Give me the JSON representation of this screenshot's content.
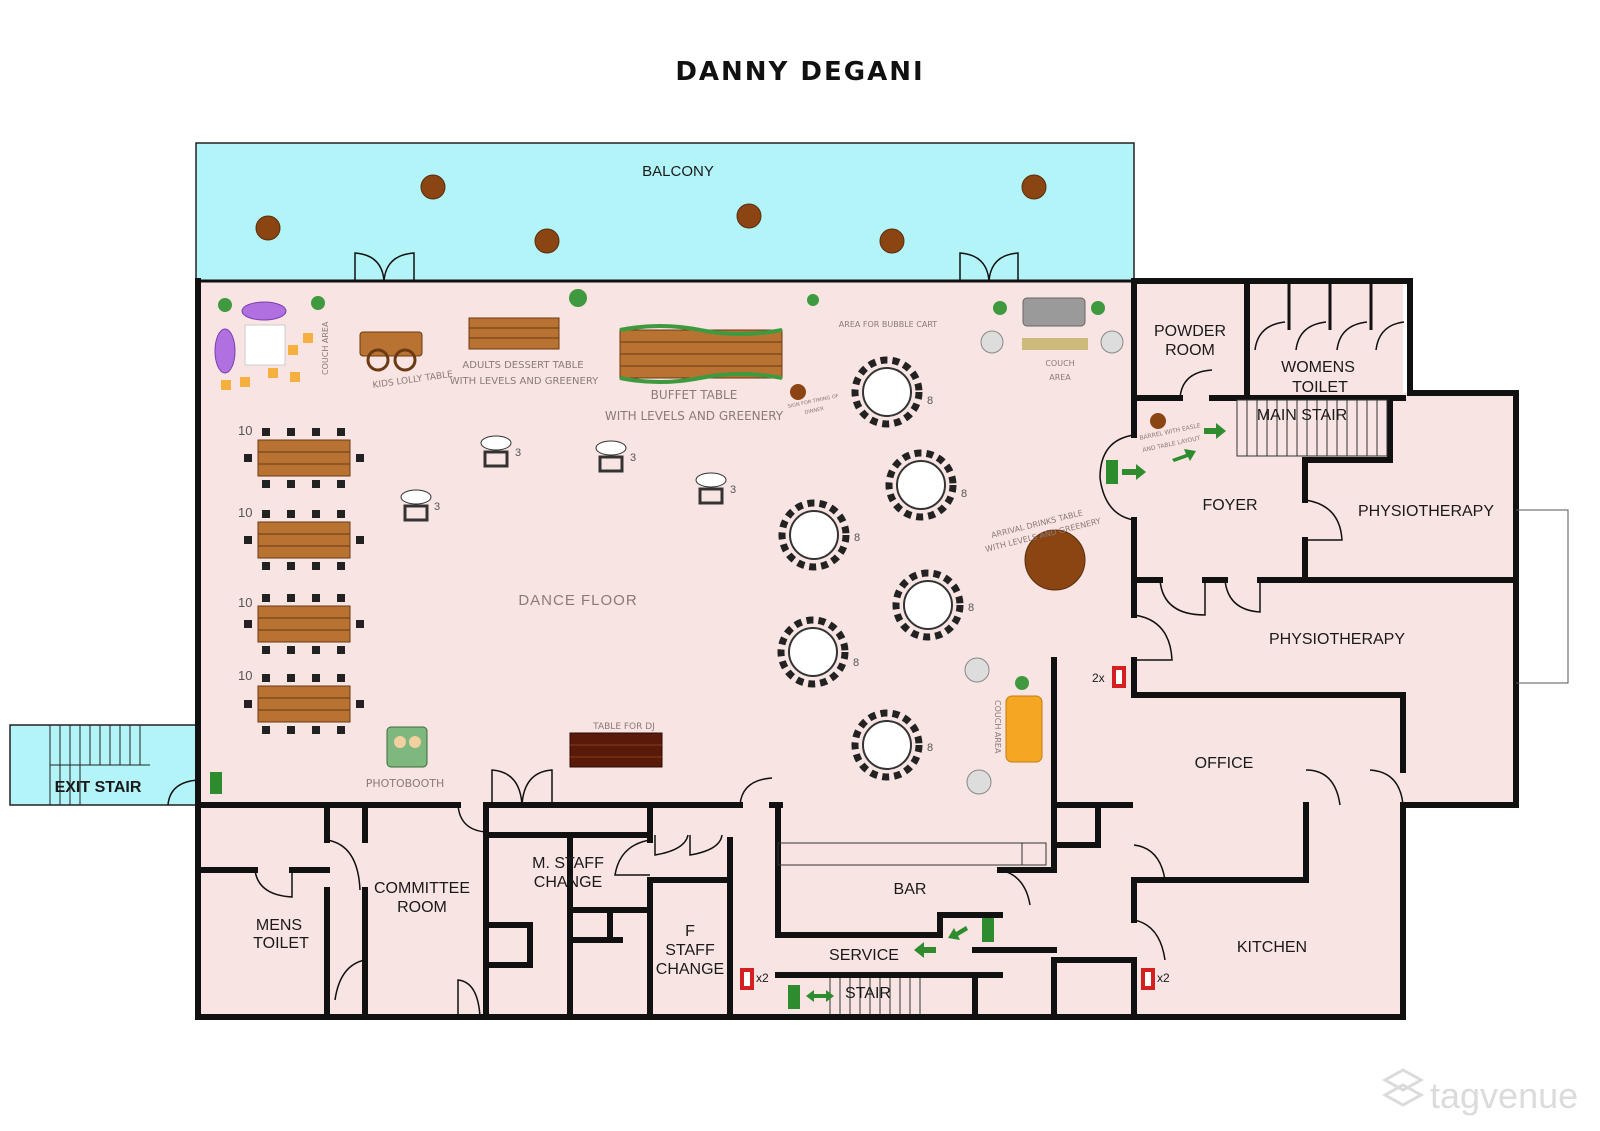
{
  "title": "DANNY DEGANI",
  "watermark": "tagvenue",
  "rooms": {
    "balcony": "BALCONY",
    "dance_floor": "DANCE FLOOR",
    "powder_room_1": "POWDER",
    "powder_room_2": "ROOM",
    "womens_toilet_1": "WOMENS",
    "womens_toilet_2": "TOILET",
    "main_stair": "MAIN STAIR",
    "foyer": "FOYER",
    "physiotherapy_1": "PHYSIOTHERAPY",
    "physiotherapy_2": "PHYSIOTHERAPY",
    "office": "OFFICE",
    "kitchen": "KITCHEN",
    "bar": "BAR",
    "service": "SERVICE",
    "stair": "STAIR",
    "exit_stair": "EXIT STAIR",
    "mens_toilet_1": "MENS",
    "mens_toilet_2": "TOILET",
    "committee_room_1": "COMMITTEE",
    "committee_room_2": "ROOM",
    "m_staff_change_1": "M. STAFF",
    "m_staff_change_2": "CHANGE",
    "f_staff_change_1": "F",
    "f_staff_change_2": "STAFF",
    "f_staff_change_3": "CHANGE"
  },
  "annotations": {
    "couch_area_left": "COUCH AREA",
    "kids_lolly_table": "KIDS LOLLY TABLE",
    "adults_dessert_1": "ADULTS DESSERT TABLE",
    "adults_dessert_2": "WITH LEVELS AND GREENERY",
    "buffet_1": "BUFFET TABLE",
    "buffet_2": "WITH LEVELS AND GREENERY",
    "bubble_cart": "AREA FOR BUBBLE CART",
    "sign_1": "SIGN FOR TIMING OF",
    "sign_2": "DINNER",
    "couch_area_top_1": "COUCH",
    "couch_area_top_2": "AREA",
    "barrel_1": "BARREL WITH EASLE",
    "barrel_2": "AND TABLE LAYOUT",
    "arrival_1": "ARRIVAL DRINKS TABLE",
    "arrival_2": "WITH LEVELS AND GREENERY",
    "couch_area_right": "COUCH AREA",
    "table_for_dj": "TABLE FOR DJ",
    "photobooth": "PHOTOBOOTH"
  },
  "seat_counts": {
    "banquet": [
      "10",
      "10",
      "10",
      "10"
    ],
    "round": [
      "8",
      "8",
      "8",
      "8",
      "8",
      "8"
    ],
    "cocktail": [
      "3",
      "3",
      "3",
      "3"
    ]
  },
  "extinguishers": {
    "foyer": "2x",
    "service": "x2",
    "kitchen": "x2"
  },
  "colors": {
    "floor": "#f8e4e2",
    "balcony": "#b3f4f8",
    "wall": "#111111",
    "wood": "#b87333",
    "exit_green": "#2e8b2e",
    "extinguisher_red": "#d42020",
    "couch_orange": "#f5a623",
    "couch_purple": "#b070e0"
  }
}
